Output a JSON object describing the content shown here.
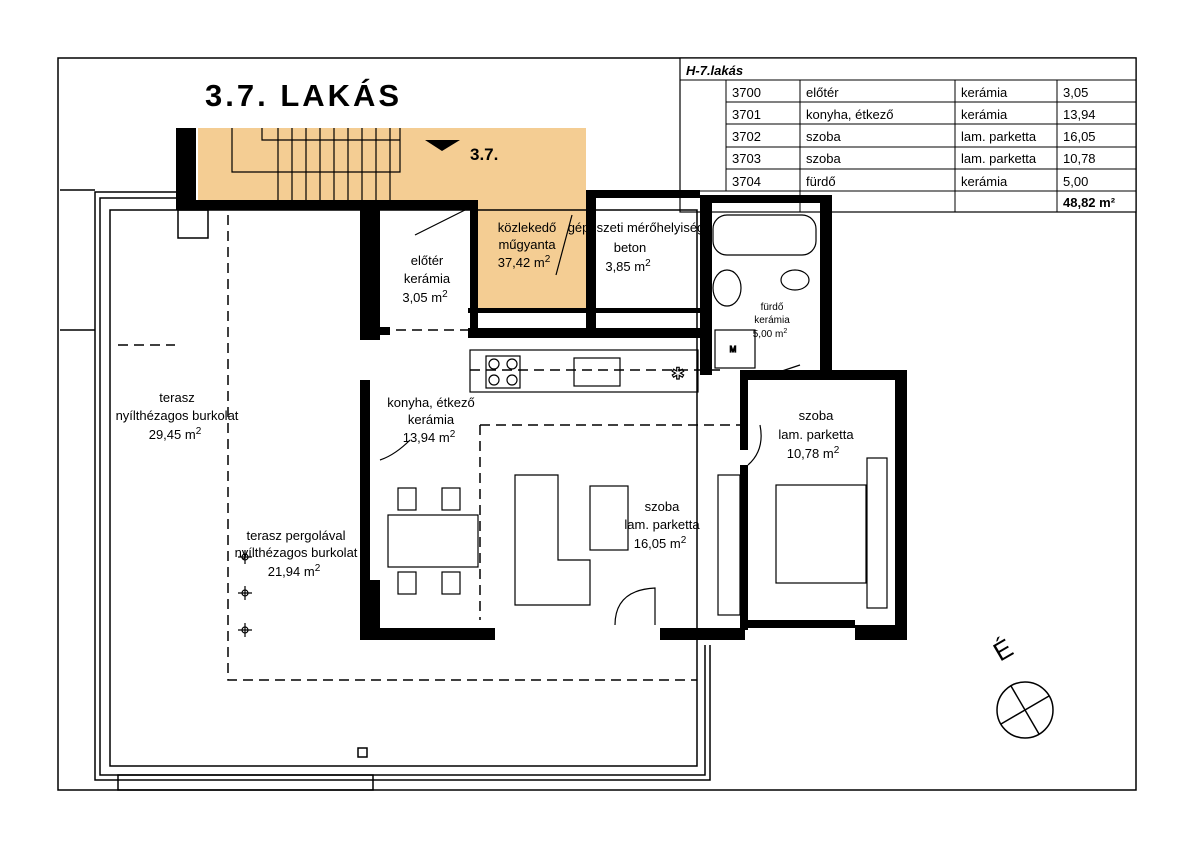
{
  "title": "3.7. LAKÁS",
  "stair_level_label": "3.7.",
  "colors": {
    "common_area": "#f4cd93",
    "walls": "#000000"
  },
  "table": {
    "header": "H-7.lakás",
    "rows": [
      {
        "code": "3700",
        "room": "előtér",
        "floor": "kerámia",
        "area": "3,05"
      },
      {
        "code": "3701",
        "room": "konyha, étkező",
        "floor": "kerámia",
        "area": "13,94"
      },
      {
        "code": "3702",
        "room": "szoba",
        "floor": "lam. parketta",
        "area": "16,05"
      },
      {
        "code": "3703",
        "room": "szoba",
        "floor": "lam. parketta",
        "area": "10,78"
      },
      {
        "code": "3704",
        "room": "fürdő",
        "floor": "kerámia",
        "area": "5,00"
      }
    ],
    "total": "48,82 m²"
  },
  "rooms": {
    "kozlekedo": {
      "name": "közlekedő",
      "floor": "műgyanta",
      "area": "37,42 m"
    },
    "gepeszeti": {
      "name": "gépészeti mérőhelyiség",
      "floor": "beton",
      "area": "3,85 m"
    },
    "eloter": {
      "name": "előtér",
      "floor": "kerámia",
      "area": "3,05 m"
    },
    "furdo": {
      "name": "fürdő",
      "floor": "kerámia",
      "area": "5,00 m"
    },
    "konyha": {
      "name": "konyha, étkező",
      "floor": "kerámia",
      "area": "13,94 m"
    },
    "szoba1": {
      "name": "szoba",
      "floor": "lam. parketta",
      "area": "16,05 m"
    },
    "szoba2": {
      "name": "szoba",
      "floor": "lam. parketta",
      "area": "10,78 m"
    },
    "terasz": {
      "name": "terasz",
      "floor": "nyílthézagos burkolat",
      "area": "29,45 m"
    },
    "terasz_pergola": {
      "name": "terasz pergolával",
      "floor": "nyílthézagos burkolat",
      "area": "21,94 m"
    }
  },
  "sup": "2",
  "washer_label": "M",
  "north_label": "É"
}
